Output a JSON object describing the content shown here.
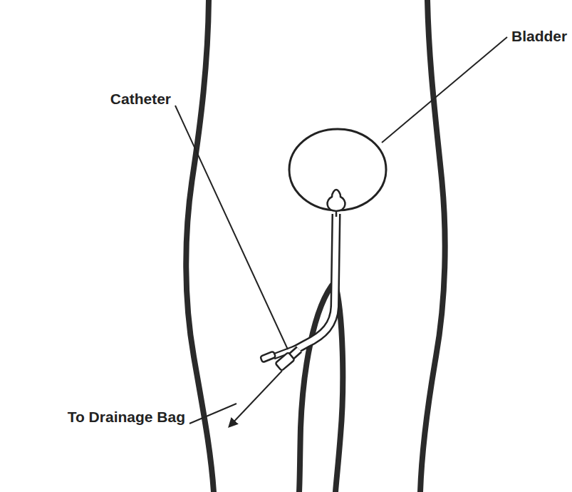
{
  "diagram": {
    "labels": [
      "Bladder",
      "Catheter",
      "To Drainage Bag"
    ]
  }
}
